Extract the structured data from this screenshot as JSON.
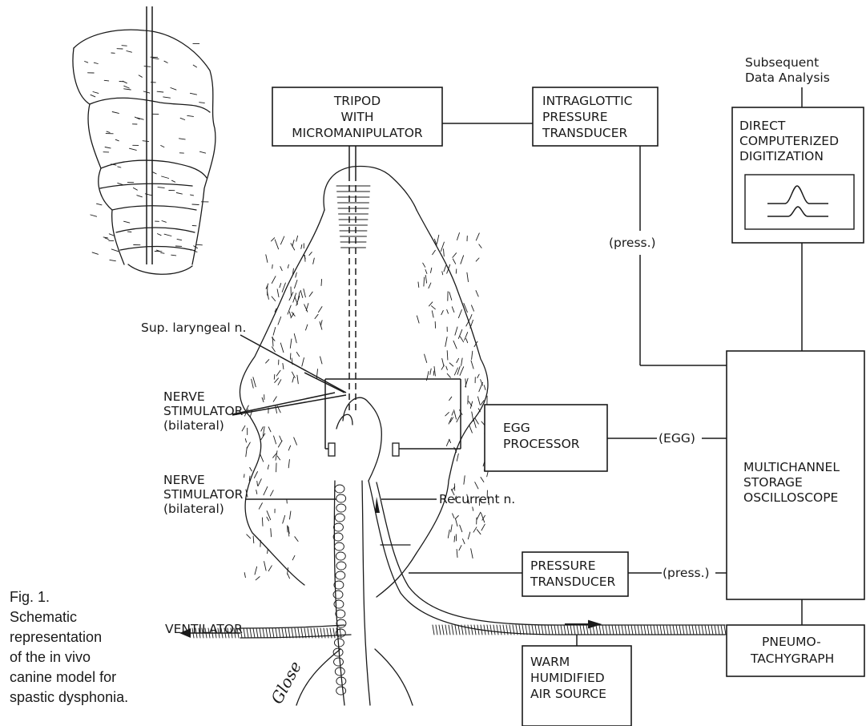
{
  "boxes": {
    "tripod": [
      "TRIPOD",
      "WITH",
      "MICROMANIPULATOR"
    ],
    "intraglottic": [
      "INTRAGLOTTIC",
      "PRESSURE",
      "TRANSDUCER"
    ],
    "digitization": [
      "DIRECT",
      "COMPUTERIZED",
      "DIGITIZATION"
    ],
    "egg_processor": [
      "EGG",
      "PROCESSOR"
    ],
    "oscilloscope": [
      "MULTICHANNEL",
      "STORAGE",
      "OSCILLOSCOPE"
    ],
    "pressure_transducer": [
      "PRESSURE",
      "TRANSDUCER"
    ],
    "pneumotachygraph": [
      "PNEUMO-",
      "TACHYGRAPH"
    ],
    "air_source": [
      "WARM",
      "HUMIDIFIED",
      "AIR SOURCE"
    ]
  },
  "labels": {
    "subsequent": [
      "Subsequent",
      "Data Analysis"
    ],
    "press_top": "(press.)",
    "egg_signal": "(EGG)",
    "press_lower": "(press.)",
    "sup_laryngeal": "Sup. laryngeal n.",
    "nerve_stim_1": [
      "NERVE",
      "STIMULATOR",
      "(bilateral)"
    ],
    "nerve_stim_2": [
      "NERVE",
      "STIMULATOR",
      "(bilateral)"
    ],
    "recurrent": "Recurrent n.",
    "ventilator": "VENTILATOR",
    "signature": "Glose"
  },
  "caption": [
    "Fig. 1.",
    "Schematic",
    "representation",
    "of the in vivo",
    "canine model for",
    "spastic dysphonia."
  ]
}
